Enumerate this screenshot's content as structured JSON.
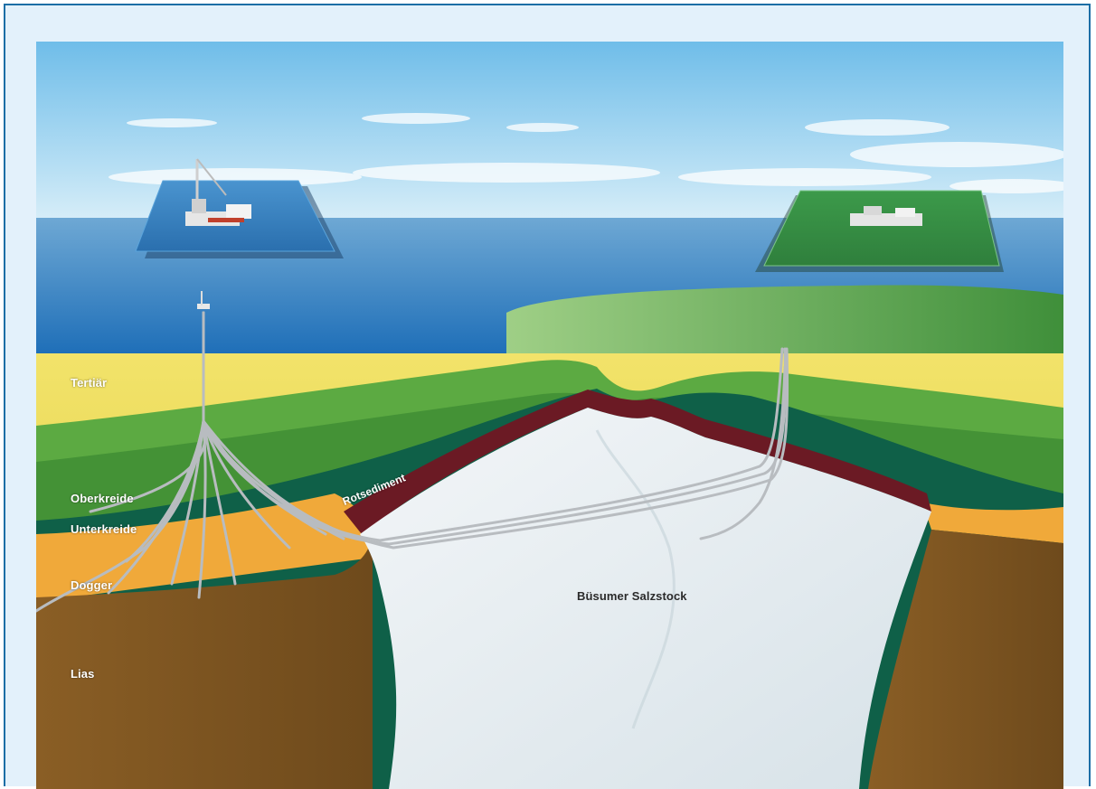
{
  "labels": {
    "tertiaer": "Tertiär",
    "oberkreide": "Oberkreide",
    "unterkreide": "Unterkreide",
    "dogger": "Dogger",
    "lias": "Lias",
    "rotsediment": "Rotsediment",
    "salzstock": "Büsumer Salzstock"
  },
  "colors": {
    "frame_border": "#1c6ea6",
    "frame_background": "#e3f1fb",
    "sky_top": "#79c3ec",
    "sea": "#2f7fc4",
    "land": "#5aa84a",
    "tertiaer": "#e7d64a",
    "oberkreide": "#4f9d3a",
    "unterkreide": "#0f6048",
    "dogger": "#f0a93a",
    "lias": "#7c5421",
    "rotsediment": "#6b1a24",
    "salt": "#e6edf1"
  },
  "icons": [
    "offshore-platform-icon",
    "onshore-facility-icon",
    "wellbore-bundle-icon"
  ]
}
